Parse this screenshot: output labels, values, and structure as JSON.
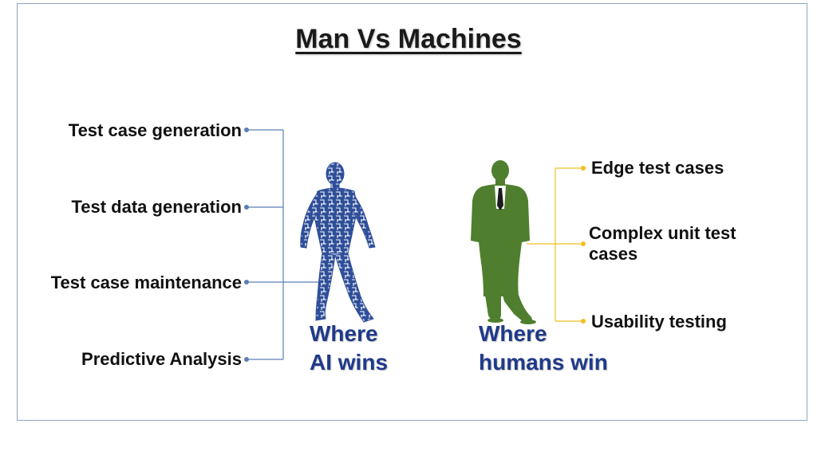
{
  "title": "Man Vs Machines",
  "ai_side": {
    "items": [
      {
        "label": "Test case generation"
      },
      {
        "label": "Test data generation"
      },
      {
        "label": "Test case maintenance"
      },
      {
        "label": "Predictive Analysis"
      }
    ],
    "caption_line1": "Where",
    "caption_line2": "AI wins",
    "connector_color": "#5b7fb8",
    "caption_color": "#1f3a8a"
  },
  "human_side": {
    "items": [
      {
        "label": "Edge test cases"
      },
      {
        "label": "Complex unit test cases"
      },
      {
        "label": "Usability testing"
      }
    ],
    "caption_line1": "Where",
    "caption_line2": "humans win",
    "connector_color": "#f0c020",
    "caption_color": "#1f3a8a",
    "figure_color": "#4f7f2e"
  }
}
